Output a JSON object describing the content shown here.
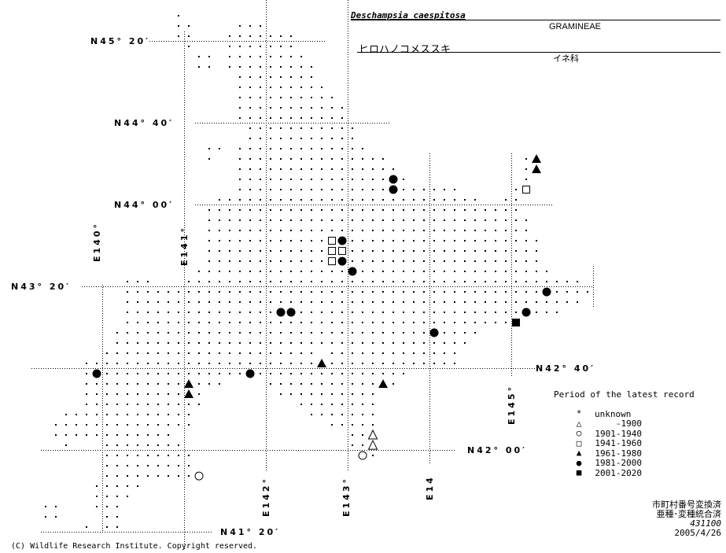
{
  "header": {
    "scientific_name": "Deschampsia caespitosa",
    "family_latin": "GRAMINEAE",
    "japanese_name": "ヒロハノコメススキ",
    "family_japanese": "イネ科"
  },
  "map": {
    "latitude_labels": [
      "N45° 20′",
      "N44° 40′",
      "N44° 00′",
      "N43° 20′",
      "N42° 40′",
      "N42° 00′",
      "N41° 20′"
    ],
    "longitude_labels": [
      "E140°",
      "E141°",
      "E142°",
      "E143°",
      "E14",
      "E145°"
    ],
    "records": [
      {
        "period": "1981-2000",
        "lon": 143.558,
        "lat": 44.205
      },
      {
        "period": "1981-2000",
        "lon": 143.558,
        "lat": 44.122
      },
      {
        "period": "1981-2000",
        "lon": 142.933,
        "lat": 43.705
      },
      {
        "period": "1981-2000",
        "lon": 142.933,
        "lat": 43.538
      },
      {
        "period": "1981-2000",
        "lon": 143.058,
        "lat": 43.455
      },
      {
        "period": "1981-2000",
        "lon": 142.183,
        "lat": 43.122
      },
      {
        "period": "1981-2000",
        "lon": 142.308,
        "lat": 43.122
      },
      {
        "period": "1981-2000",
        "lon": 144.058,
        "lat": 42.955
      },
      {
        "period": "1981-2000",
        "lon": 145.183,
        "lat": 43.122
      },
      {
        "period": "1981-2000",
        "lon": 145.433,
        "lat": 43.288
      },
      {
        "period": "1981-2000",
        "lon": 139.933,
        "lat": 42.622
      },
      {
        "period": "1981-2000",
        "lon": 141.808,
        "lat": 42.622
      },
      {
        "period": "1961-1980",
        "lon": 145.308,
        "lat": 44.372
      },
      {
        "period": "1961-1980",
        "lon": 145.308,
        "lat": 44.288
      },
      {
        "period": "1961-1980",
        "lon": 142.683,
        "lat": 42.705
      },
      {
        "period": "1961-1980",
        "lon": 143.433,
        "lat": 42.538
      },
      {
        "period": "1961-1980",
        "lon": 141.058,
        "lat": 42.538
      },
      {
        "period": "1961-1980",
        "lon": 141.058,
        "lat": 42.455
      },
      {
        "period": "1941-1960",
        "lon": 142.808,
        "lat": 43.705
      },
      {
        "period": "1941-1960",
        "lon": 142.808,
        "lat": 43.622
      },
      {
        "period": "1941-1960",
        "lon": 142.933,
        "lat": 43.622
      },
      {
        "period": "1941-1960",
        "lon": 142.808,
        "lat": 43.538
      },
      {
        "period": "1941-1960",
        "lon": 145.183,
        "lat": 44.122
      },
      {
        "period": "2001-2020",
        "lon": 145.058,
        "lat": 43.038
      },
      {
        "period": "-1900",
        "lon": 143.308,
        "lat": 42.122
      },
      {
        "period": "-1900",
        "lon": 143.308,
        "lat": 42.038
      },
      {
        "period": "1901-1940",
        "lon": 143.183,
        "lat": 41.955
      },
      {
        "period": "1901-1940",
        "lon": 141.183,
        "lat": 41.788
      }
    ]
  },
  "legend": {
    "title": "Period of the latest record",
    "items": [
      {
        "symbol": "asterisk",
        "period": "unknown"
      },
      {
        "symbol": "open-triangle",
        "period": "-1900"
      },
      {
        "symbol": "open-circle",
        "period": "1901-1940"
      },
      {
        "symbol": "open-square",
        "period": "1941-1960"
      },
      {
        "symbol": "filled-triangle",
        "period": "1961-1980"
      },
      {
        "symbol": "filled-circle",
        "period": "1981-2000"
      },
      {
        "symbol": "filled-square",
        "period": "2001-2020"
      }
    ]
  },
  "notes": {
    "line1": "市町村番号変換済",
    "line2": "亜種･変種統合済",
    "code": "431100",
    "date": "2005/4/26"
  },
  "footer": {
    "copyright": "(C) Wildlife Research Institute. Copyright reserved."
  }
}
